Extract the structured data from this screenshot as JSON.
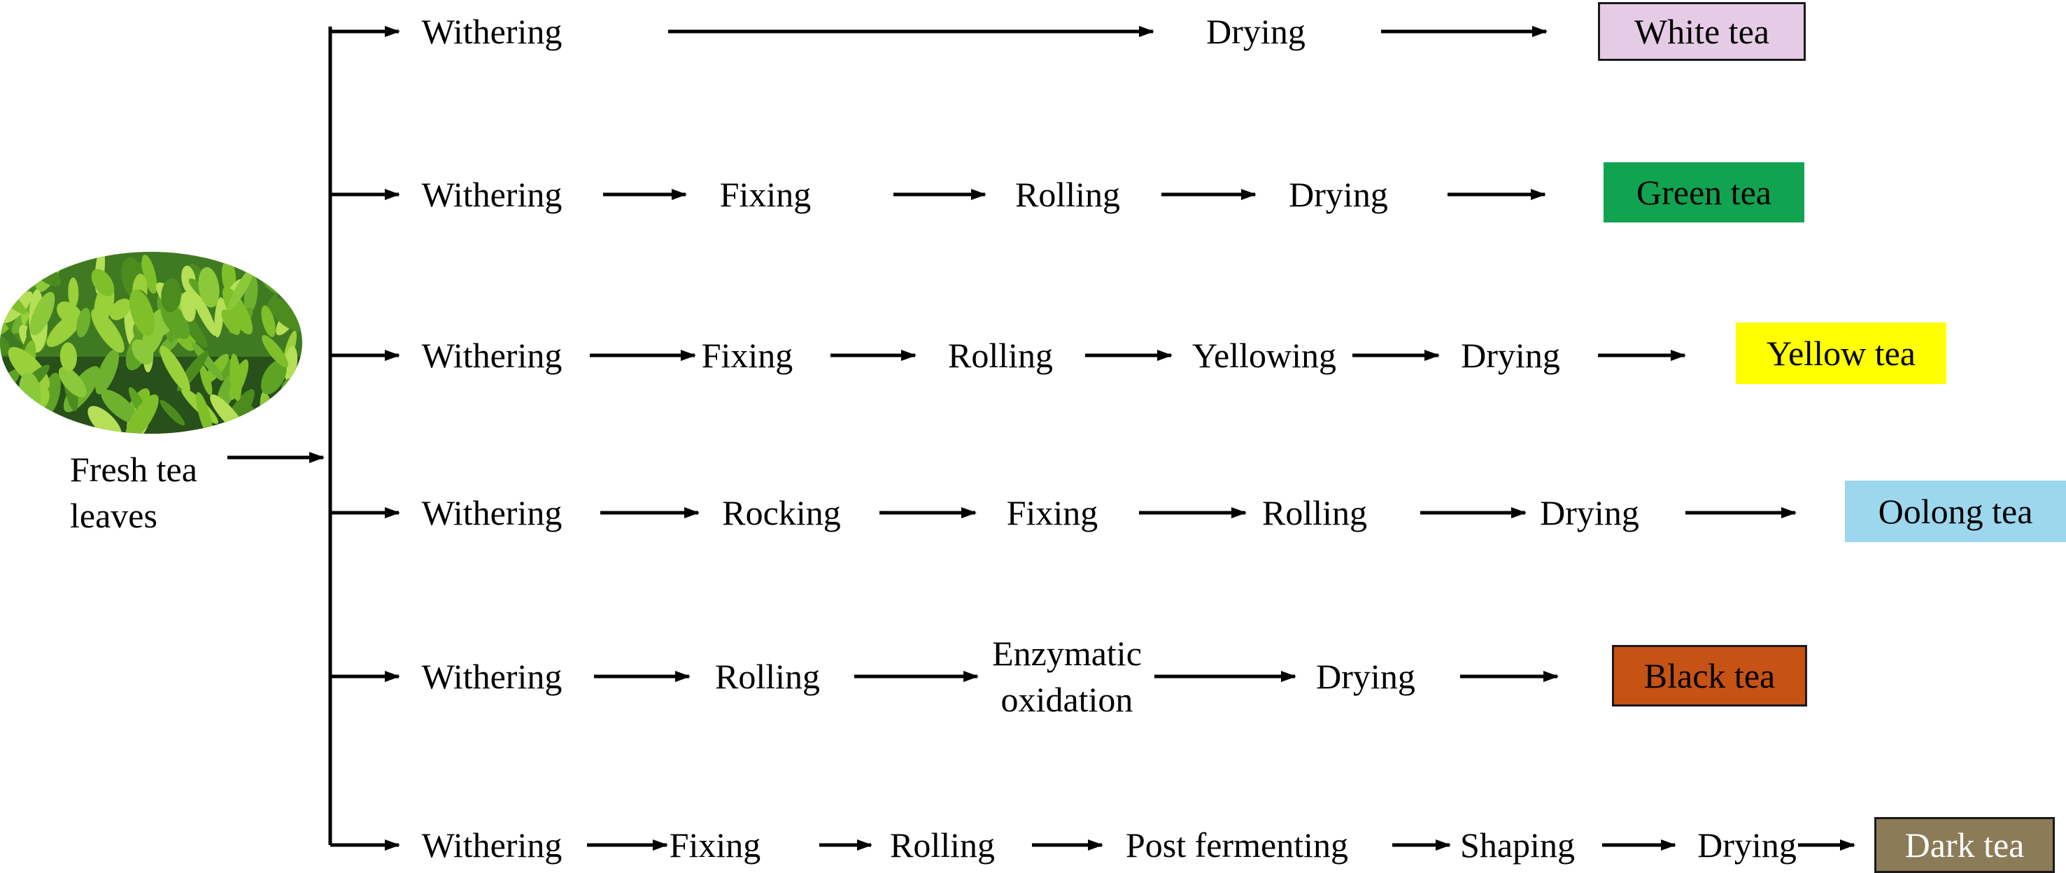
{
  "source": {
    "line1": "Fresh tea",
    "line2": "leaves"
  },
  "processes": [
    {
      "steps": [
        "Withering",
        "Drying"
      ],
      "product": "White tea",
      "product_color": "#e6cbe6",
      "text_color": "#000000"
    },
    {
      "steps": [
        "Withering",
        "Fixing",
        "Rolling",
        "Drying"
      ],
      "product": "Green tea",
      "product_color": "#12a350",
      "text_color": "#000000"
    },
    {
      "steps": [
        "Withering",
        "Fixing",
        "Rolling",
        "Yellowing",
        "Drying"
      ],
      "product": "Yellow tea",
      "product_color": "#ffff00",
      "text_color": "#000000"
    },
    {
      "steps": [
        "Withering",
        "Rocking",
        "Fixing",
        "Rolling",
        "Drying"
      ],
      "product": "Oolong tea",
      "product_color": "#9dd7ee",
      "text_color": "#000000"
    },
    {
      "steps": [
        "Withering",
        "Rolling",
        "Enzymatic\noxidation",
        "Drying"
      ],
      "product": "Black tea",
      "product_color": "#c65214",
      "text_color": "#000000"
    },
    {
      "steps": [
        "Withering",
        "Fixing",
        "Rolling",
        "Post fermenting",
        "Shaping",
        "Drying"
      ],
      "product": "Dark tea",
      "product_color": "#8c7b57",
      "text_color": "#ffffff"
    }
  ]
}
